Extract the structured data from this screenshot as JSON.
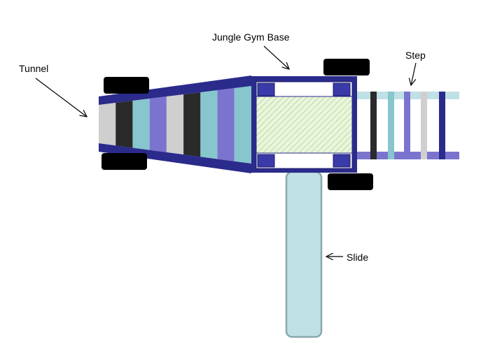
{
  "labels": {
    "tunnel": "Tunnel",
    "base": "Jungle Gym Base",
    "step": "Step",
    "slide": "Slide"
  },
  "colors": {
    "navy": "#2b2b8c",
    "purple": "#7b74cf",
    "teal": "#86c6cc",
    "light_gray": "#cfcfcf",
    "dark": "#2a2a2a",
    "slide_fill": "#bfe0e4",
    "slide_stroke": "#8aa7ad",
    "hatch_bg": "#eaf6dc",
    "hatch_line": "#a6cf8a",
    "wheel": "#000000"
  },
  "tunnel_stripes": [
    "light_gray",
    "dark",
    "teal",
    "purple",
    "light_gray",
    "dark",
    "teal",
    "purple",
    "teal"
  ],
  "step_rungs": [
    "dark",
    "teal",
    "purple",
    "light_gray",
    "navy"
  ]
}
